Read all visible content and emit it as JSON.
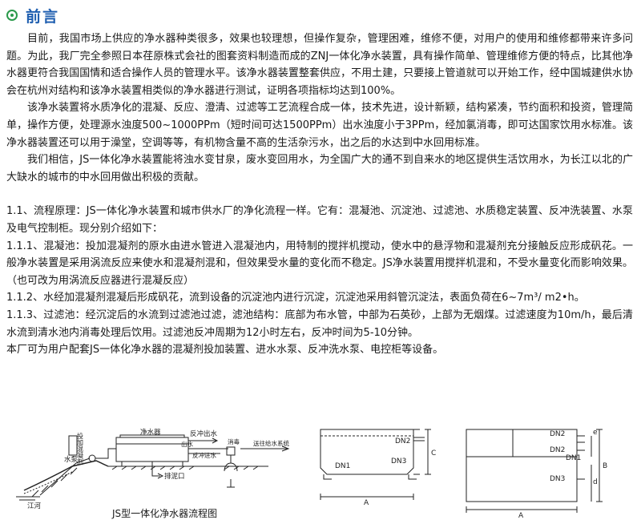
{
  "header": {
    "title": "前言"
  },
  "intro": {
    "p1": "目前，我国市场上供应的净水器种类很多，效果也较理想，但操作复杂，管理困难，维修不便，对用户的使用和维修都带来许多问题。为此，我厂完全参照日本荏原株式会社的图套资料制造而成的ZNJ一体化净水装置，具有操作简单、管理维修方便的特点，比其他净水器更符合我国国情和适合操作人员的管理水平。该净水器装置整套供应，不用土建，只要接上管道就可以开始工作，经中国城建供水协会在杭州对结构和该净水装置相类似的净水器进行测试，证明各项指标均达到100%。",
    "p2": "该净水装置将水质净化的混凝、反应、澄清、过滤等工艺流程合成一体，技术先进，设计新颖，结构紧凑，节约面积和投资，管理简单，操作方便，处理源水浊度500~1000PPm（短时间可达1500PPm）出水浊度小于3PPm，经加氯消毒，即可达国家饮用水标准。该净水器装置还可以用于澡堂，空调等等，有机物含量不高的生活杂污水，出之后的水达到中水回用标准。",
    "p3": "我们相信，JS一体化净水装置能将浊水变甘泉，废水变回用水，为全国广大的通不到自来水的地区提供生活饮用水，为长江以北的广大缺水的城市的中水回用做出积极的贡献。"
  },
  "section": {
    "s1": "1.1、流程原理：JS一体化净水装置和城市供水厂的净化流程一样。它有：混凝池、沉淀池、过滤池、水质稳定装置、反冲洗装置、水泵及电气控制柜。现分别介绍如下：",
    "s11": "1.1.1、混凝池：投加混凝剂的原水由进水管进入混凝池内，用特制的搅拌机搅动，使水中的悬浮物和混凝剂充分接触反应形成矾花。一般净水装置是采用涡流反应来使水和混凝剂混和，但效果受水量的变化而不稳定。JS净水装置用搅拌机混和，不受水量变化而影响效果。（也可改为用涡流反应器进行混凝反应）",
    "s12": "1.1.2、水经加混凝剂混凝后形成矾花，流到设备的沉淀池内进行沉淀，沉淀池采用斜管沉淀法，表面负荷在6~7m³/ m2•h。",
    "s13": "1.1.3、过滤池：经沉淀后的水流到过滤池过滤，滤池结构：底部为布水管，中部为石英砂，上部为无烟煤。过滤速度为10m/h，最后清水流到清水池内消毒处理后饮用。过滤池反冲周期为12小时左右，反冲时间为5-10分钟。",
    "s14": "本厂可为用户配套JS一体化净水器的混凝剂投加装置、进水水泵、反冲洗水泵、电控柜等设备。"
  },
  "flow": {
    "dosing": "投加混凝剂",
    "pump": "水泵",
    "purifier": "净水器",
    "backwash_out": "反冲出水",
    "outlet": "出水",
    "backwash_in": "反冲进水",
    "disinfect": "消毒",
    "supply": "送往给水系统",
    "drain": "排泥口",
    "river": "江河",
    "caption": "JS型一体化净水器流程图"
  },
  "dims": {
    "dn2": "DN2",
    "dn1": "DN1",
    "dn3": "DN3",
    "a": "A",
    "b": "B",
    "c": "C",
    "d": "d",
    "e": "e"
  }
}
